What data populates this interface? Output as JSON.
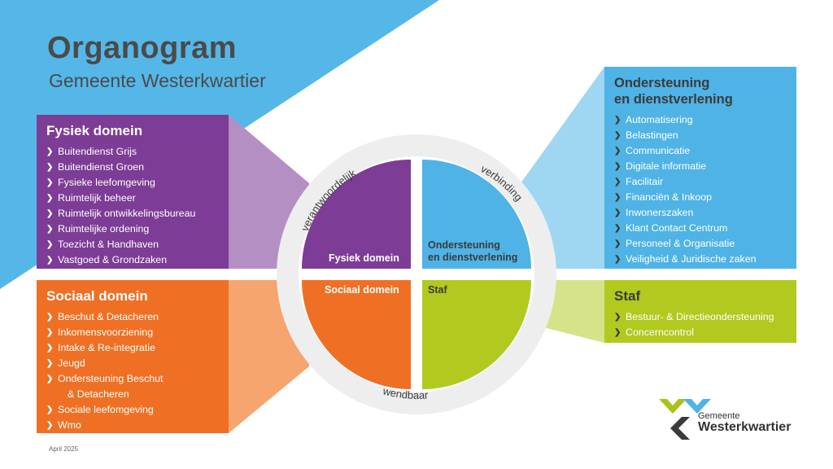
{
  "header": {
    "title": "Organogram",
    "subtitle": "Gemeente Westerkwartier"
  },
  "colors": {
    "fysiek": "#7d3c96",
    "sociaal": "#ef7024",
    "ondersteuning": "#4fb3e6",
    "staf": "#b2c91f",
    "ring": "#f0f0f0",
    "text_dark": "#3b3b3b"
  },
  "panels": {
    "fysiek": {
      "title": "Fysiek domein",
      "items": [
        "Buitendienst Grijs",
        "Buitendienst Groen",
        "Fysieke leefomgeving",
        "Ruimtelijk beheer",
        "Ruimtelijk ontwikkelingsbureau",
        "Ruimtelijke ordening",
        "Toezicht & Handhaven",
        "Vastgoed & Grondzaken"
      ]
    },
    "sociaal": {
      "title": "Sociaal domein",
      "items": [
        "Beschut & Detacheren",
        "Inkomensvoorziening",
        "Intake & Re-integratie",
        "Jeugd",
        "Ondersteuning Beschut",
        "& Detacheren",
        "Sociale leefomgeving",
        "Wmo"
      ]
    },
    "ondersteuning": {
      "title_line1": "Ondersteuning",
      "title_line2": "en dienstverlening",
      "items": [
        "Automatisering",
        "Belastingen",
        "Communicatie",
        "Digitale informatie",
        "Facilitair",
        "Financiën & Inkoop",
        "Inwonerszaken",
        "Klant Contact Centrum",
        "Personeel & Organisatie",
        "Veiligheid & Juridische zaken"
      ]
    },
    "staf": {
      "title": "Staf",
      "items": [
        "Bestuur- & Directieondersteuning",
        "Concerncontrol"
      ]
    }
  },
  "circle": {
    "ring_top_left": "verantwoordelijk",
    "ring_top_right": "verbinding",
    "ring_bottom": "wendbaar",
    "q_fysiek": "Fysiek domein",
    "q_ondersteuning_line1": "Ondersteuning",
    "q_ondersteuning_line2": "en dienstverlening",
    "q_sociaal": "Sociaal domein",
    "q_staf": "Staf"
  },
  "footer": {
    "date": "April 2025"
  },
  "logo": {
    "line1": "Gemeente",
    "line2": "Westerkwartier"
  },
  "icons": {
    "bullet": "chevron-right-icon"
  }
}
